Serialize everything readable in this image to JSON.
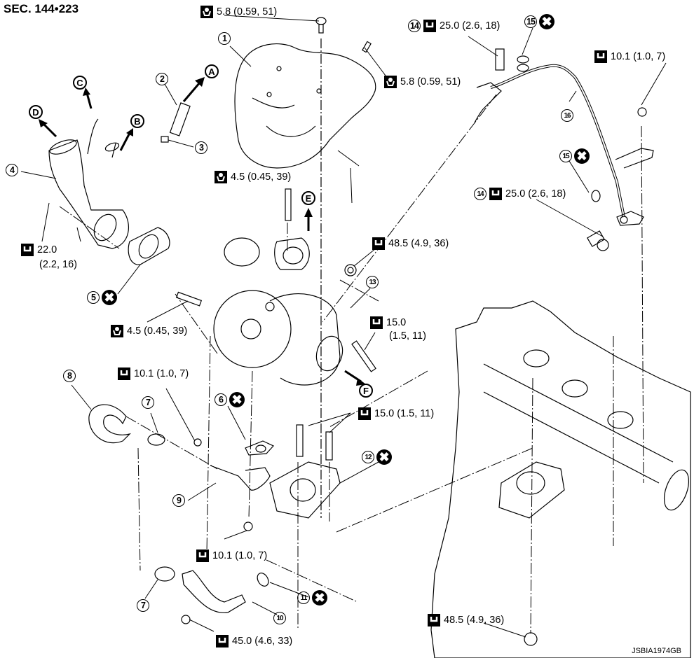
{
  "title": "SEC. 144•223",
  "drawing_code": "JSBIA1974GB",
  "icons": {
    "torque_open_end": "wrench-open-icon",
    "torque_hand": "hand-tighten-icon",
    "replace": "do-not-reuse-x-icon"
  },
  "callouts": {
    "c1": "1",
    "c2": "2",
    "c3": "3",
    "c4": "4",
    "c5": "5",
    "c6": "6",
    "c7a": "7",
    "c7b": "7",
    "c8": "8",
    "c9": "9",
    "c10": "10",
    "c11": "11",
    "c12": "12",
    "c13": "13",
    "c14a": "14",
    "c14b": "14",
    "c15a": "15",
    "c15b": "15",
    "c16": "16"
  },
  "flow_letters": {
    "A": "A",
    "B": "B",
    "C": "C",
    "D": "D",
    "E": "E",
    "F": "F"
  },
  "replace_mark": "✖",
  "torques": {
    "t_heat_top": "5.8 (0.59, 51)",
    "t_heat_right": "5.8 (0.59, 51)",
    "t_oil_banjo_top": "25.0 (2.6, 18)",
    "t_oil_bolt": "10.1 (1.0, 7)",
    "t_oil_banjo_bottom": "25.0 (2.6, 18)",
    "t_stud_top": "4.5 (0.45, 39)",
    "t_outlet_nut_line1": "22.0",
    "t_outlet_nut_line2": "(2.2, 16)",
    "t_nut_48_top": "48.5 (4.9, 36)",
    "t_stud_15_line1": "15.0",
    "t_stud_15_line2": "(1.5, 11)",
    "t_stud_left": "4.5 (0.45, 39)",
    "t_pipe_bolt": "10.1 (1.0, 7)",
    "t_studs_15": "15.0 (1.5, 11)",
    "t_flange_bolt": "10.1 (1.0, 7)",
    "t_bracket_bolt": "45.0 (4.6, 33)",
    "t_nut_48_bottom": "48.5 (4.9, 36)"
  }
}
